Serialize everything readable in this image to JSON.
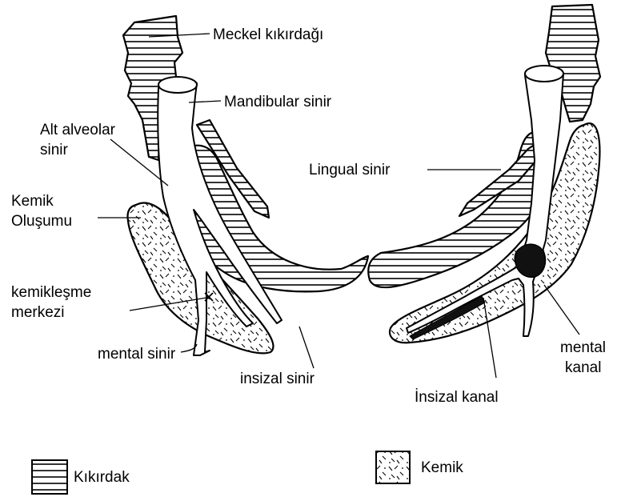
{
  "labels": {
    "meckel": "Meckel kıkırdağı",
    "mandibular": "Mandibular sinir",
    "alt_alveolar_1": "Alt alveolar",
    "alt_alveolar_2": "sinir",
    "kemik_olusumu_1": "Kemik",
    "kemik_olusumu_2": "Oluşumu",
    "kemiklesme_1": "kemikleşme",
    "kemiklesme_2": "merkezi",
    "mental_sinir": "mental sinir",
    "insizal_sinir": "insizal sinir",
    "lingual": "Lingual sinir",
    "mental_kanal_1": "mental",
    "mental_kanal_2": "kanal",
    "insizal_kanal": "İnsizal kanal"
  },
  "legend": {
    "cartilage": "Kıkırdak",
    "bone": "Kemik"
  }
}
